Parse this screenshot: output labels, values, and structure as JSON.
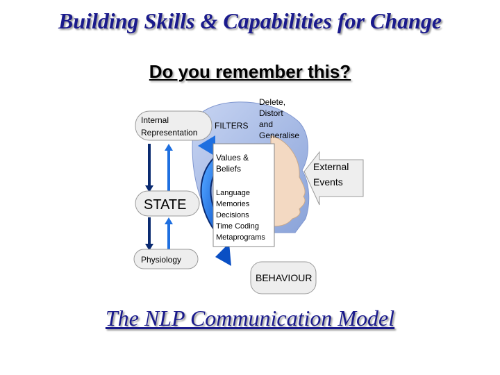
{
  "slide": {
    "title": "Building Skills & Capabilities for Change",
    "subtitle": "Do you remember this?",
    "footer": "The NLP Communication Model"
  },
  "diagram": {
    "internal_representation_line1": "Internal",
    "internal_representation_line2": "Representation",
    "filters_label": "FILTERS",
    "filter_actions": [
      "Delete,",
      "Distort",
      "and",
      "Generalise"
    ],
    "values_line1": "Values &",
    "values_line2": "Beliefs",
    "filter_list": [
      "Language",
      "Memories",
      "Decisions",
      "Time Coding",
      "Metaprograms"
    ],
    "external_line1": "External",
    "external_line2": "Events",
    "state_label": "STATE",
    "physiology_label": "Physiology",
    "behaviour_label": "BEHAVIOUR"
  },
  "colors": {
    "title": "#1a1a8c",
    "arrow_blue": "#1e6fe0",
    "head_outline": "#9fb7e8",
    "face": "#f3d9c2"
  }
}
